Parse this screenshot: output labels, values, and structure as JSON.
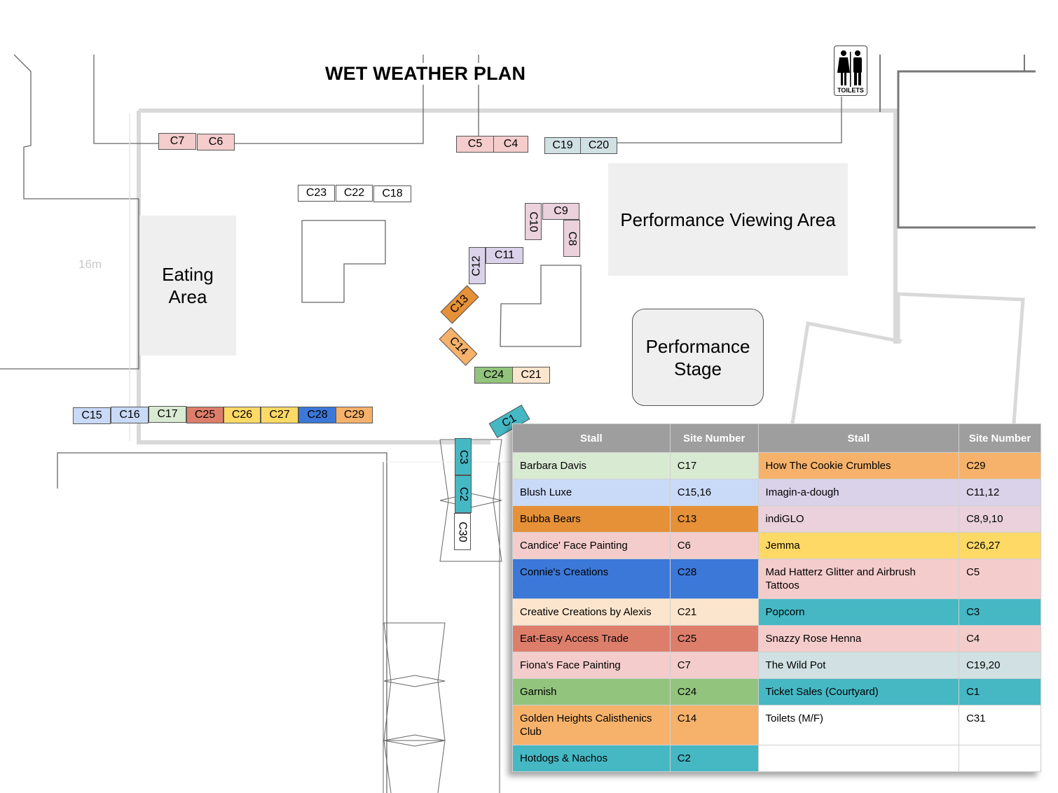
{
  "title": "WET WEATHER PLAN",
  "scale_label": "16m",
  "areas": {
    "eating_line1": "Eating",
    "eating_line2": "Area",
    "viewing": "Performance Viewing Area",
    "stage_line1": "Performance",
    "stage_line2": "Stage"
  },
  "toilets_label": "TOILETS",
  "stalls": [
    {
      "id": "C7",
      "label": "C7",
      "color": "#f4cccc"
    },
    {
      "id": "C6",
      "label": "C6",
      "color": "#f4cccc"
    },
    {
      "id": "C5",
      "label": "C5",
      "color": "#f4cccc"
    },
    {
      "id": "C4",
      "label": "C4",
      "color": "#f4cccc"
    },
    {
      "id": "C19",
      "label": "C19",
      "color": "#d0e0e3"
    },
    {
      "id": "C20",
      "label": "C20",
      "color": "#d0e0e3"
    },
    {
      "id": "C23",
      "label": "C23",
      "color": "#ffffff"
    },
    {
      "id": "C22",
      "label": "C22",
      "color": "#ffffff"
    },
    {
      "id": "C18",
      "label": "C18",
      "color": "#ffffff"
    },
    {
      "id": "C9",
      "label": "C9",
      "color": "#ead1dc"
    },
    {
      "id": "C10",
      "label": "C10",
      "color": "#ead1dc"
    },
    {
      "id": "C8",
      "label": "C8",
      "color": "#ead1dc"
    },
    {
      "id": "C11",
      "label": "C11",
      "color": "#d9d2e9"
    },
    {
      "id": "C12",
      "label": "C12",
      "color": "#d9d2e9"
    },
    {
      "id": "C13",
      "label": "C13",
      "color": "#e69138"
    },
    {
      "id": "C14",
      "label": "C14",
      "color": "#f6b26b"
    },
    {
      "id": "C24",
      "label": "C24",
      "color": "#93c47d"
    },
    {
      "id": "C21",
      "label": "C21",
      "color": "#fce5cd"
    },
    {
      "id": "C15",
      "label": "C15",
      "color": "#c9daf8"
    },
    {
      "id": "C16",
      "label": "C16",
      "color": "#c9daf8"
    },
    {
      "id": "C17",
      "label": "C17",
      "color": "#d9ead3"
    },
    {
      "id": "C25",
      "label": "C25",
      "color": "#dd7e6b"
    },
    {
      "id": "C26",
      "label": "C26",
      "color": "#ffd966"
    },
    {
      "id": "C27",
      "label": "C27",
      "color": "#ffd966"
    },
    {
      "id": "C28",
      "label": "C28",
      "color": "#3c78d8"
    },
    {
      "id": "C29",
      "label": "C29",
      "color": "#f6b26b"
    },
    {
      "id": "C1",
      "label": "C1",
      "color": "#45b8c4"
    },
    {
      "id": "C3",
      "label": "C3",
      "color": "#45b8c4"
    },
    {
      "id": "C2",
      "label": "C2",
      "color": "#45b8c4"
    },
    {
      "id": "C30",
      "label": "C30",
      "color": "#ffffff"
    }
  ],
  "legend": {
    "headers": [
      "Stall",
      "Site Number",
      "Stall",
      "Site Number"
    ],
    "rows": [
      {
        "left": {
          "stall": "Barbara Davis",
          "site": "C17",
          "color": "#d9ead3"
        },
        "right": {
          "stall": "How The Cookie Crumbles",
          "site": "C29",
          "color": "#f6b26b"
        }
      },
      {
        "left": {
          "stall": "Blush Luxe",
          "site": "C15,16",
          "color": "#c9daf8"
        },
        "right": {
          "stall": "Imagin-a-dough",
          "site": "C11,12",
          "color": "#d9d2e9"
        }
      },
      {
        "left": {
          "stall": "Bubba Bears",
          "site": "C13",
          "color": "#e69138"
        },
        "right": {
          "stall": "indiGLO",
          "site": "C8,9,10",
          "color": "#ead1dc"
        }
      },
      {
        "left": {
          "stall": "Candice' Face Painting",
          "site": "C6",
          "color": "#f4cccc"
        },
        "right": {
          "stall": "Jemma",
          "site": "C26,27",
          "color": "#ffd966"
        }
      },
      {
        "left": {
          "stall": "Connie's Creations",
          "site": "C28",
          "color": "#3c78d8"
        },
        "right": {
          "stall": "Mad Hatterz Glitter and Airbrush Tattoos",
          "site": "C5",
          "color": "#f4cccc"
        }
      },
      {
        "left": {
          "stall": "Creative Creations by Alexis",
          "site": "C21",
          "color": "#fce5cd"
        },
        "right": {
          "stall": "Popcorn",
          "site": "C3",
          "color": "#45b8c4"
        }
      },
      {
        "left": {
          "stall": "Eat-Easy Access Trade",
          "site": "C25",
          "color": "#dd7e6b"
        },
        "right": {
          "stall": "Snazzy Rose Henna",
          "site": "C4",
          "color": "#f4cccc"
        }
      },
      {
        "left": {
          "stall": "Fiona's Face Painting",
          "site": "C7",
          "color": "#f4cccc"
        },
        "right": {
          "stall": "The Wild Pot",
          "site": "C19,20",
          "color": "#d0e0e3"
        }
      },
      {
        "left": {
          "stall": "Garnish",
          "site": "C24",
          "color": "#93c47d"
        },
        "right": {
          "stall": "Ticket Sales (Courtyard)",
          "site": "C1",
          "color": "#45b8c4"
        }
      },
      {
        "left": {
          "stall": "Golden Heights Calisthenics Club",
          "site": "C14",
          "color": "#f6b26b"
        },
        "right": {
          "stall": "Toilets (M/F)",
          "site": "C31",
          "color": "#ffffff"
        }
      },
      {
        "left": {
          "stall": "Hotdogs & Nachos",
          "site": "C2",
          "color": "#45b8c4"
        },
        "right": {
          "stall": "",
          "site": "",
          "color": "#ffffff"
        }
      }
    ]
  }
}
